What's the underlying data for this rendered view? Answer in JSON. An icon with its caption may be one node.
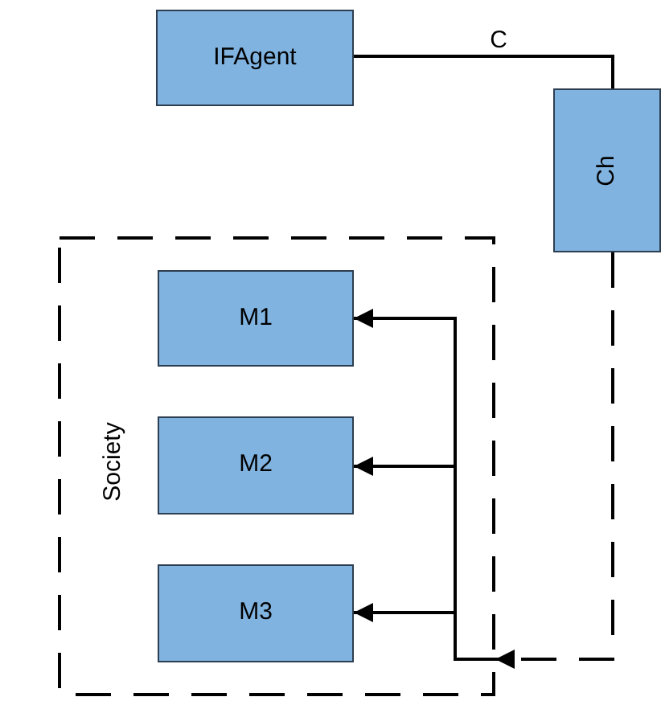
{
  "diagram": {
    "nodes": [
      {
        "text": [
          "IFAgent"
        ]
      },
      {
        "text": [
          "Ch"
        ]
      },
      {
        "text": [
          "Society"
        ]
      },
      {
        "text": [
          "M1"
        ],
        "in": 2
      },
      {
        "text": [
          "M2"
        ],
        "in": 2
      },
      {
        "text": [
          "M3"
        ],
        "in": 2
      }
    ],
    "edges": [
      {
        "from": 0,
        "to": 1,
        "arrow": "none",
        "label": "C"
      },
      {
        "from": 1,
        "to": 2,
        "arrow": "to",
        "style": "dashed"
      },
      {
        "from": 2,
        "to": 3,
        "arrow": "to"
      },
      {
        "from": 2,
        "to": 4,
        "arrow": "to"
      },
      {
        "from": 2,
        "to": 5,
        "arrow": "to"
      }
    ]
  }
}
